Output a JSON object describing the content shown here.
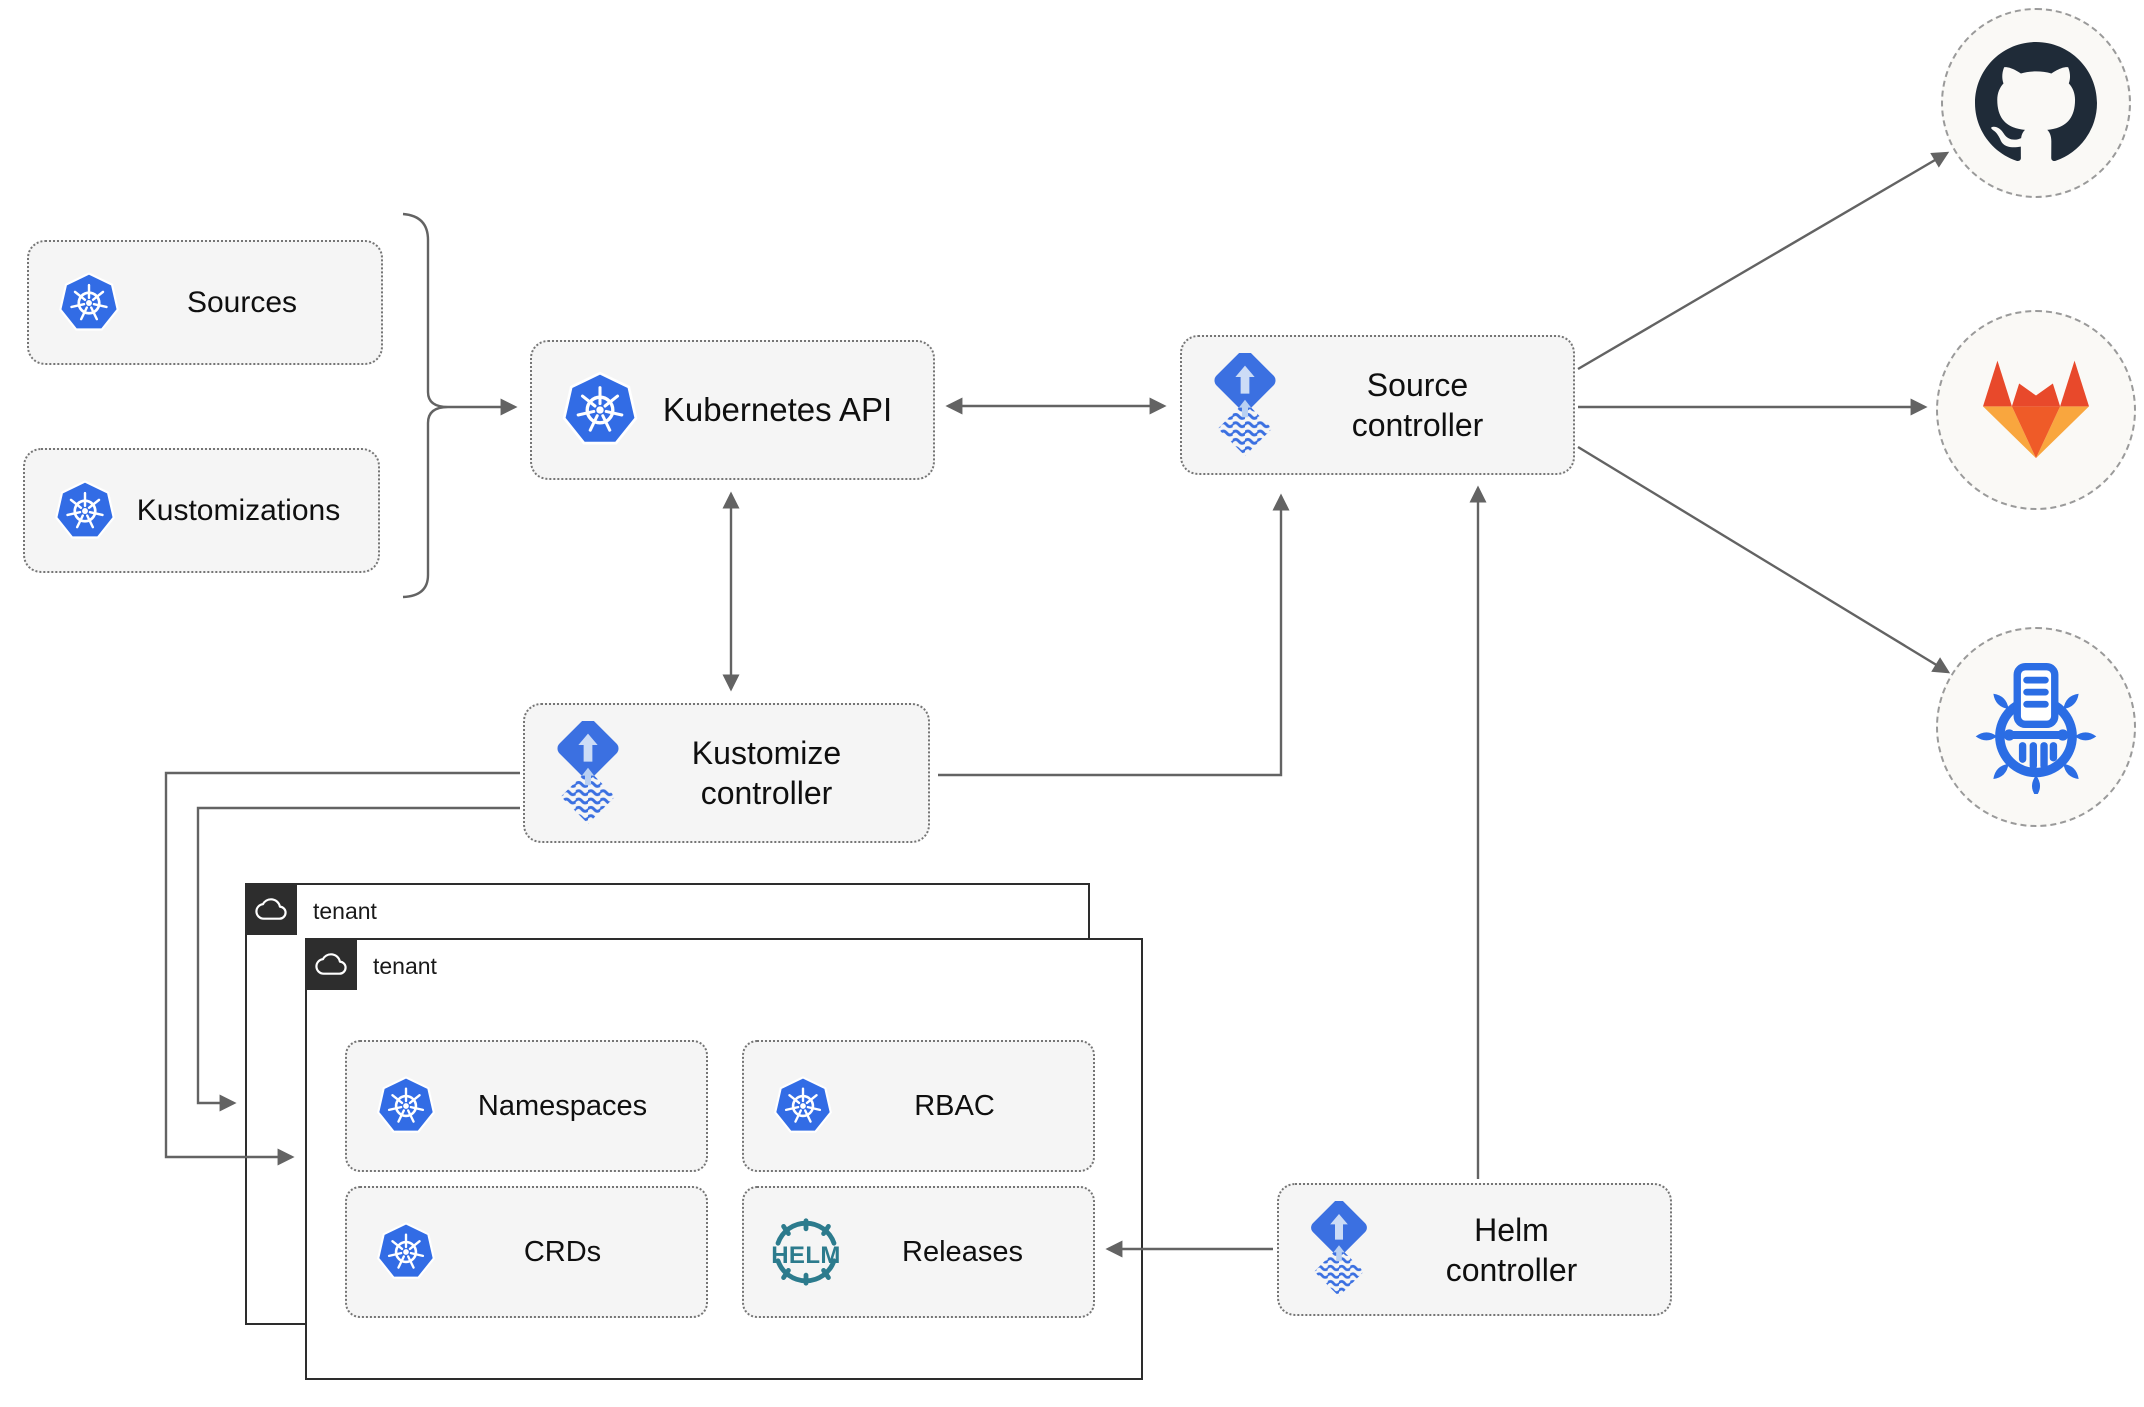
{
  "nodes": {
    "sources": {
      "label": "Sources",
      "icon": "kubernetes-logo"
    },
    "kustomizations": {
      "label": "Kustomizations",
      "icon": "kubernetes-logo"
    },
    "kubernetes_api": {
      "label": "Kubernetes API",
      "icon": "kubernetes-logo"
    },
    "source_controller": {
      "label": "Source\ncontroller",
      "icon": "flux-logo"
    },
    "kustomize_controller": {
      "label": "Kustomize\ncontroller",
      "icon": "flux-logo"
    },
    "helm_controller": {
      "label": "Helm\ncontroller",
      "icon": "flux-logo"
    },
    "tenant_back": {
      "label": "tenant",
      "icon": "cloud-icon"
    },
    "tenant_front": {
      "label": "tenant",
      "icon": "cloud-icon"
    },
    "namespaces": {
      "label": "Namespaces",
      "icon": "kubernetes-logo"
    },
    "rbac": {
      "label": "RBAC",
      "icon": "kubernetes-logo"
    },
    "crds": {
      "label": "CRDs",
      "icon": "kubernetes-logo"
    },
    "releases": {
      "label": "Releases",
      "icon": "helm-logo",
      "icon_text": "HELM"
    }
  },
  "endpoints": {
    "github": {
      "icon": "github-logo"
    },
    "gitlab": {
      "icon": "gitlab-logo"
    },
    "registry": {
      "icon": "manifest-registry-logo"
    }
  },
  "colors": {
    "kubernetes_blue": "#326ce5",
    "flux_blue": "#3b70e1",
    "flux_light": "#ccdcf6",
    "helm_teal": "#2c7b8d",
    "github_dark": "#1f2b38",
    "gitlab_red": "#e8492b",
    "gitlab_orange": "#ef5b28",
    "gitlab_light_orange": "#f9a63e",
    "registry_blue": "#2b6de4",
    "box_background": "#f5f5f5",
    "dotted_border": "#757575",
    "tenant_border": "#2d2d2d",
    "arrow_gray": "#636363"
  }
}
